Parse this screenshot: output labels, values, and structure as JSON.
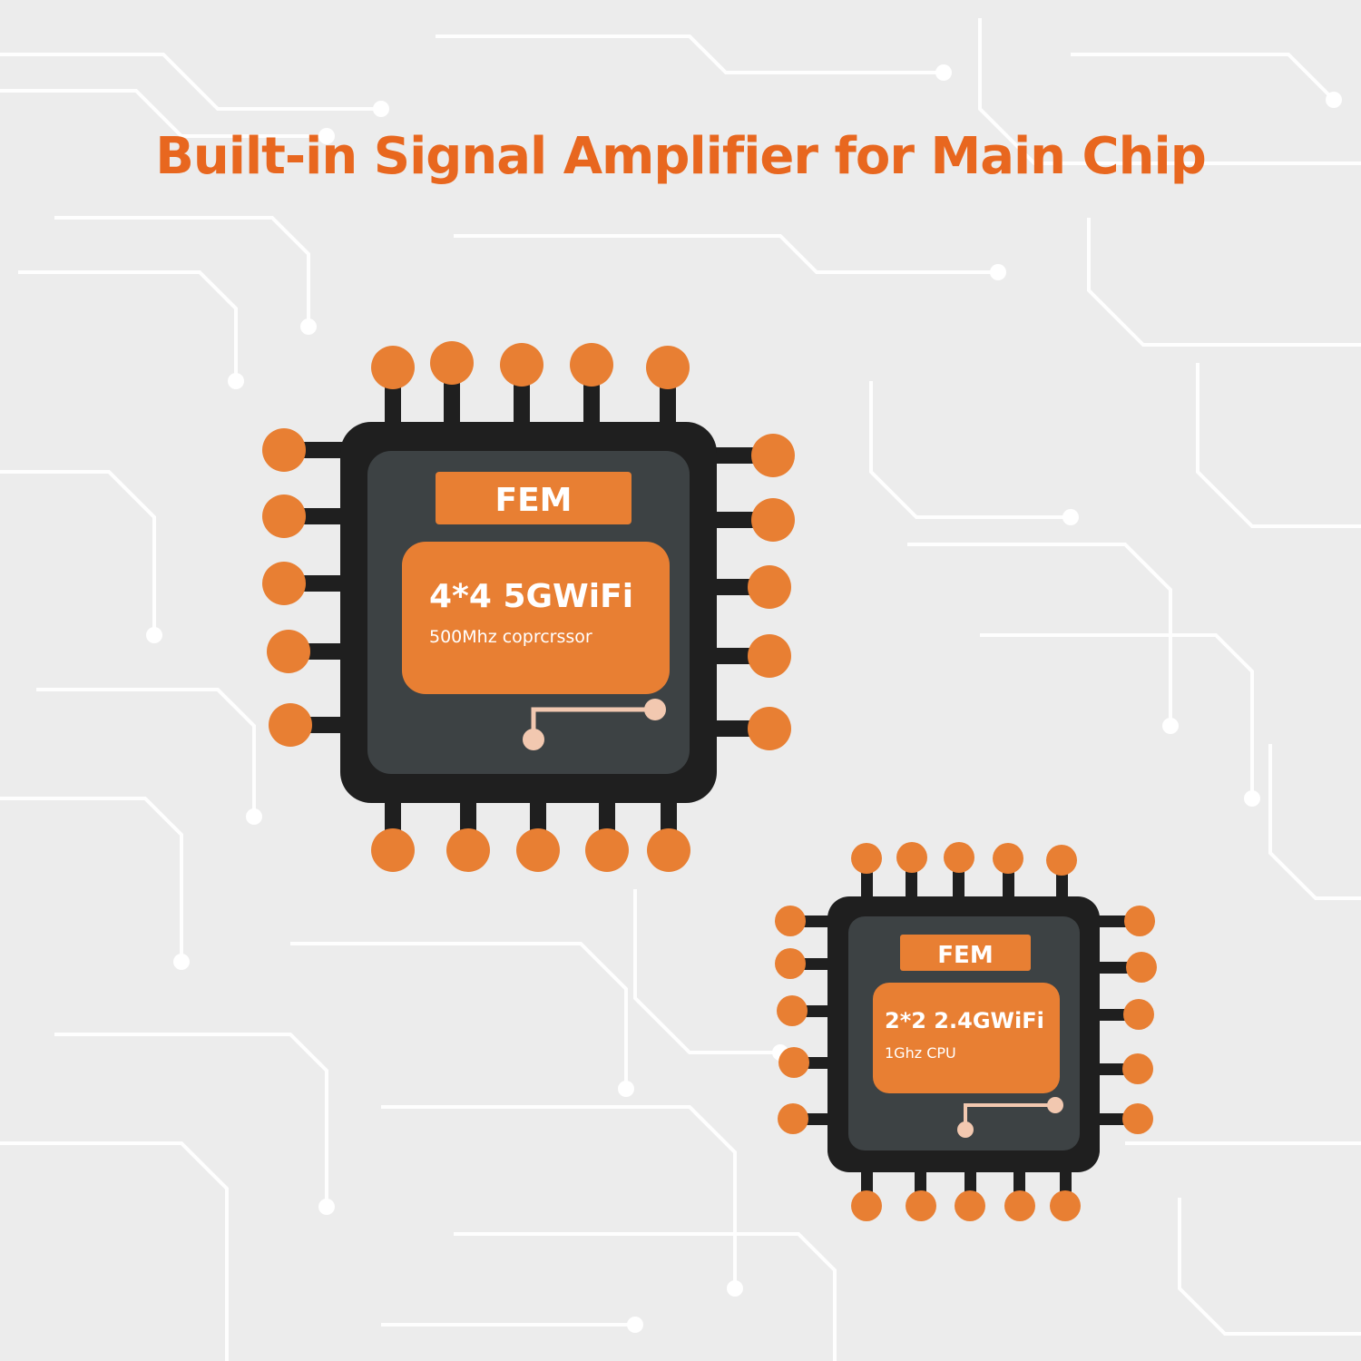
{
  "headline": "Built-in Signal Amplifier for Main Chip",
  "colors": {
    "accent": "#e8671f",
    "chip_orange": "#e87f33",
    "chip_body": "#1f1f1f",
    "chip_core": "#3d4244",
    "trace": "#f2c8b0",
    "background": "#ececec"
  },
  "chips": [
    {
      "fem_label": "FEM",
      "title": "4*4 5GWiFi",
      "subtitle": "500Mhz coprcrssor"
    },
    {
      "fem_label": "FEM",
      "title": "2*2 2.4GWiFi",
      "subtitle": "1Ghz CPU"
    }
  ]
}
